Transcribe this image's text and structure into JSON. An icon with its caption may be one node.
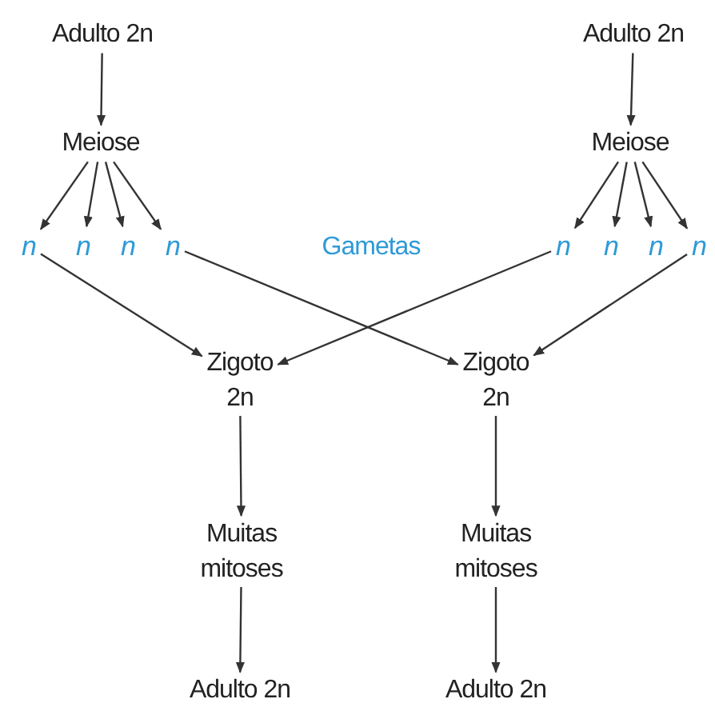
{
  "diagram": {
    "nodes": [
      {
        "text": [
          "Adulto 2n"
        ]
      },
      {
        "text": [
          "Adulto 2n"
        ]
      },
      {
        "text": [
          "Meiose"
        ]
      },
      {
        "text": [
          "Meiose"
        ]
      },
      {
        "text": [
          "*n*"
        ]
      },
      {
        "text": [
          "*n*"
        ]
      },
      {
        "text": [
          "*n*"
        ]
      },
      {
        "text": [
          "*n*"
        ]
      },
      {
        "text": [
          "*n*"
        ]
      },
      {
        "text": [
          "*n*"
        ]
      },
      {
        "text": [
          "*n*"
        ]
      },
      {
        "text": [
          "*n*"
        ]
      },
      {
        "text": [
          "Zigoto 2n"
        ]
      },
      {
        "text": [
          "Zigoto 2n"
        ]
      },
      {
        "text": [
          "Muitas mitoses"
        ]
      },
      {
        "text": [
          "Muitas mitoses"
        ]
      },
      {
        "text": [
          "Adulto 2n"
        ]
      },
      {
        "text": [
          "Adulto 2n"
        ]
      }
    ],
    "edges": [
      {
        "from": 0,
        "to": 2,
        "arrow": "to"
      },
      {
        "from": 1,
        "to": 3,
        "arrow": "to"
      },
      {
        "from": 2,
        "to": 4,
        "arrow": "to"
      },
      {
        "from": 2,
        "to": 5,
        "arrow": "to"
      },
      {
        "from": 2,
        "to": 6,
        "arrow": "to"
      },
      {
        "from": 2,
        "to": 7,
        "arrow": "to"
      },
      {
        "from": 3,
        "to": 8,
        "arrow": "to"
      },
      {
        "from": 3,
        "to": 9,
        "arrow": "to"
      },
      {
        "from": 3,
        "to": 10,
        "arrow": "to"
      },
      {
        "from": 3,
        "to": 11,
        "arrow": "to"
      },
      {
        "from": 4,
        "to": 12,
        "arrow": "to"
      },
      {
        "from": 7,
        "to": 13,
        "arrow": "to"
      },
      {
        "from": 8,
        "to": 12,
        "arrow": "to"
      },
      {
        "from": 11,
        "to": 13,
        "arrow": "to"
      },
      {
        "from": 12,
        "to": 14,
        "arrow": "to"
      },
      {
        "from": 13,
        "to": 15,
        "arrow": "to"
      },
      {
        "from": 14,
        "to": 16,
        "arrow": "to"
      },
      {
        "from": 15,
        "to": 17,
        "arrow": "to"
      }
    ],
    "labels": [
      "Gametas"
    ]
  }
}
